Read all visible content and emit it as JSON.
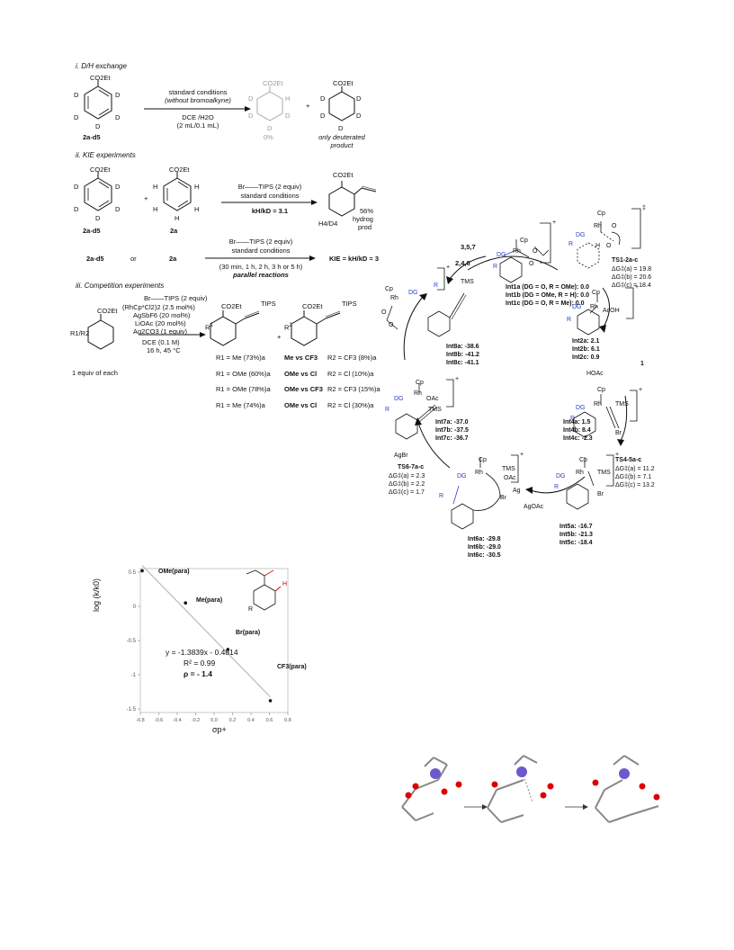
{
  "section_i": {
    "title": "i. D/H exchange",
    "reactant": "2a-d5",
    "cond1": "standard conditions",
    "cond2": "(without bromoalkyne)",
    "cond3": "DCE /H2O",
    "cond4": "(2 mL/0.1 mL)",
    "co2et": "CO2Et",
    "yield0": "0%",
    "plus": "+",
    "only": "only deuterated",
    "product": "product",
    "d": "D",
    "h": "H"
  },
  "section_ii": {
    "title": "ii. KIE experiments",
    "r1": "2a-d5",
    "r2": "2a",
    "reagent": "Br——TIPS (2 equiv)",
    "cond": "standard conditions",
    "kie1": "kH/kD = 3.1",
    "yield": "56%",
    "yield2": "hydrog",
    "yield3": "prod",
    "h4d4": "H4/D4",
    "row2_r1": "2a-d5",
    "or": "or",
    "row2_r2": "2a",
    "row2_reagent": "Br——TIPS (2 equiv)",
    "row2_cond": "standard conditions",
    "row2_times": "(30 min, 1 h, 2 h, 3 h or 5 h)",
    "row2_parallel": "parallel reactions",
    "kie2": "KIE = kH/kD = 3"
  },
  "section_iii": {
    "title": "iii. Competition experiments",
    "reagent": "Br——TIPS (2 equiv)",
    "c1": "(RhCp*Cl2)2 (2.5 mol%)",
    "c2": "AgSbF6 (20 mol%)",
    "c3": "LiOAc (20 mol%)",
    "c4": "Ag2CO3 (1 equiv)",
    "c5": "DCE  (0.1 M)",
    "c6": "16 h, 45 °C",
    "substrate": "R1/R2",
    "equiv": "1 equiv of each",
    "tips": "TIPS",
    "rows": [
      {
        "left": "R1 = Me (73%)a",
        "mid": "Me vs CF3",
        "right": "R2 = CF3 (8%)a"
      },
      {
        "left": "R1 = OMe (60%)a",
        "mid": "OMe vs Cl",
        "right": "R2 = Cl (10%)a"
      },
      {
        "left": "R1 = OMe (78%)a",
        "mid": "OMe vs CF3",
        "right": "R2 = CF3 (15%)a"
      },
      {
        "left": "R1 = Me (74%)a",
        "mid": "OMe vs Cl",
        "right": "R2 = Cl (30%)a"
      }
    ]
  },
  "cycle": {
    "steps_357": "3,5,7",
    "steps_246": "2,4,6",
    "int1": [
      "Int1a (DG = O, R = OMe): 0.0",
      "Int1b (DG = OMe, R = H): 0.0",
      "Int1c (DG = O, R = Me): 0.0"
    ],
    "ts12_title": "TS1-2a-c",
    "ts12": [
      "ΔG‡(a) = 19.8",
      "ΔG‡(b) = 20.6",
      "ΔG‡(c) = 18.4"
    ],
    "int2": [
      "Int2a: 2.1",
      "Int2b: 6.1",
      "Int2c: 0.9"
    ],
    "hoac": "HOAc",
    "step1": "1",
    "int4": [
      "Int4a: 1.5",
      "Int4b: 8.4",
      "Int4c: -2.3"
    ],
    "ts45_title": "TS4-5a-c",
    "ts45": [
      "ΔG‡(a) = 11.2",
      "ΔG‡(b) = 7.1",
      "ΔG‡(c) = 13.2"
    ],
    "int5": [
      "Int5a: -16.7",
      "Int5b: -21.3",
      "Int5c: -18.4"
    ],
    "agoac": "AgOAc",
    "int6": [
      "Int6a: -29.8",
      "Int6b: -29.0",
      "Int6c: -30.5"
    ],
    "ts67_title": "TS6-7a-c",
    "ts67": [
      "ΔG‡(a) = 2.3",
      "ΔG‡(b) = 2.2",
      "ΔG‡(c) = 1.7"
    ],
    "agbr": "AgBr",
    "int7": [
      "Int7a: -37.0",
      "Int7b: -37.5",
      "Int7c: -36.7"
    ],
    "int8": [
      "Int8a: -38.6",
      "Int8b: -41.2",
      "Int8c: -41.1"
    ],
    "labels": {
      "cp": "Cp",
      "rh": "Rh",
      "dg": "DG",
      "r": "R",
      "tms": "TMS",
      "br": "Br",
      "oac": "OAc",
      "acoh": "AcOH",
      "ag": "Ag",
      "o": "O",
      "h": "H",
      "plus": "+",
      "dagger": "‡"
    }
  },
  "chart_data": {
    "type": "scatter",
    "xlabel": "σp+",
    "ylabel": "log (k/k0)",
    "xlim": [
      -0.8,
      0.8
    ],
    "ylim": [
      -1.5,
      0.5
    ],
    "xticks": [
      "-0.8",
      "-0.6",
      "-0.4",
      "-0.2",
      "0.0",
      "0.2",
      "0.4",
      "0.6",
      "0.8"
    ],
    "yticks": [
      "0.5",
      "0",
      "-0.5",
      "-1",
      "-1.5"
    ],
    "points": [
      {
        "x": -0.78,
        "y": 0.52,
        "label": "OMe(para)"
      },
      {
        "x": -0.31,
        "y": 0.05,
        "label": "Me(para)"
      },
      {
        "x": 0.15,
        "y": -0.63,
        "label": "Br(para)"
      },
      {
        "x": 0.61,
        "y": -1.38,
        "label": "CF3(para)"
      }
    ],
    "fit": {
      "slope": -1.3839,
      "intercept": -0.4814
    },
    "equation": "y = -1.3839x - 0.4814",
    "r2": "R² = 0.99",
    "rho": "ρ = - 1.4",
    "inset_r": "R",
    "inset_h": "H"
  }
}
